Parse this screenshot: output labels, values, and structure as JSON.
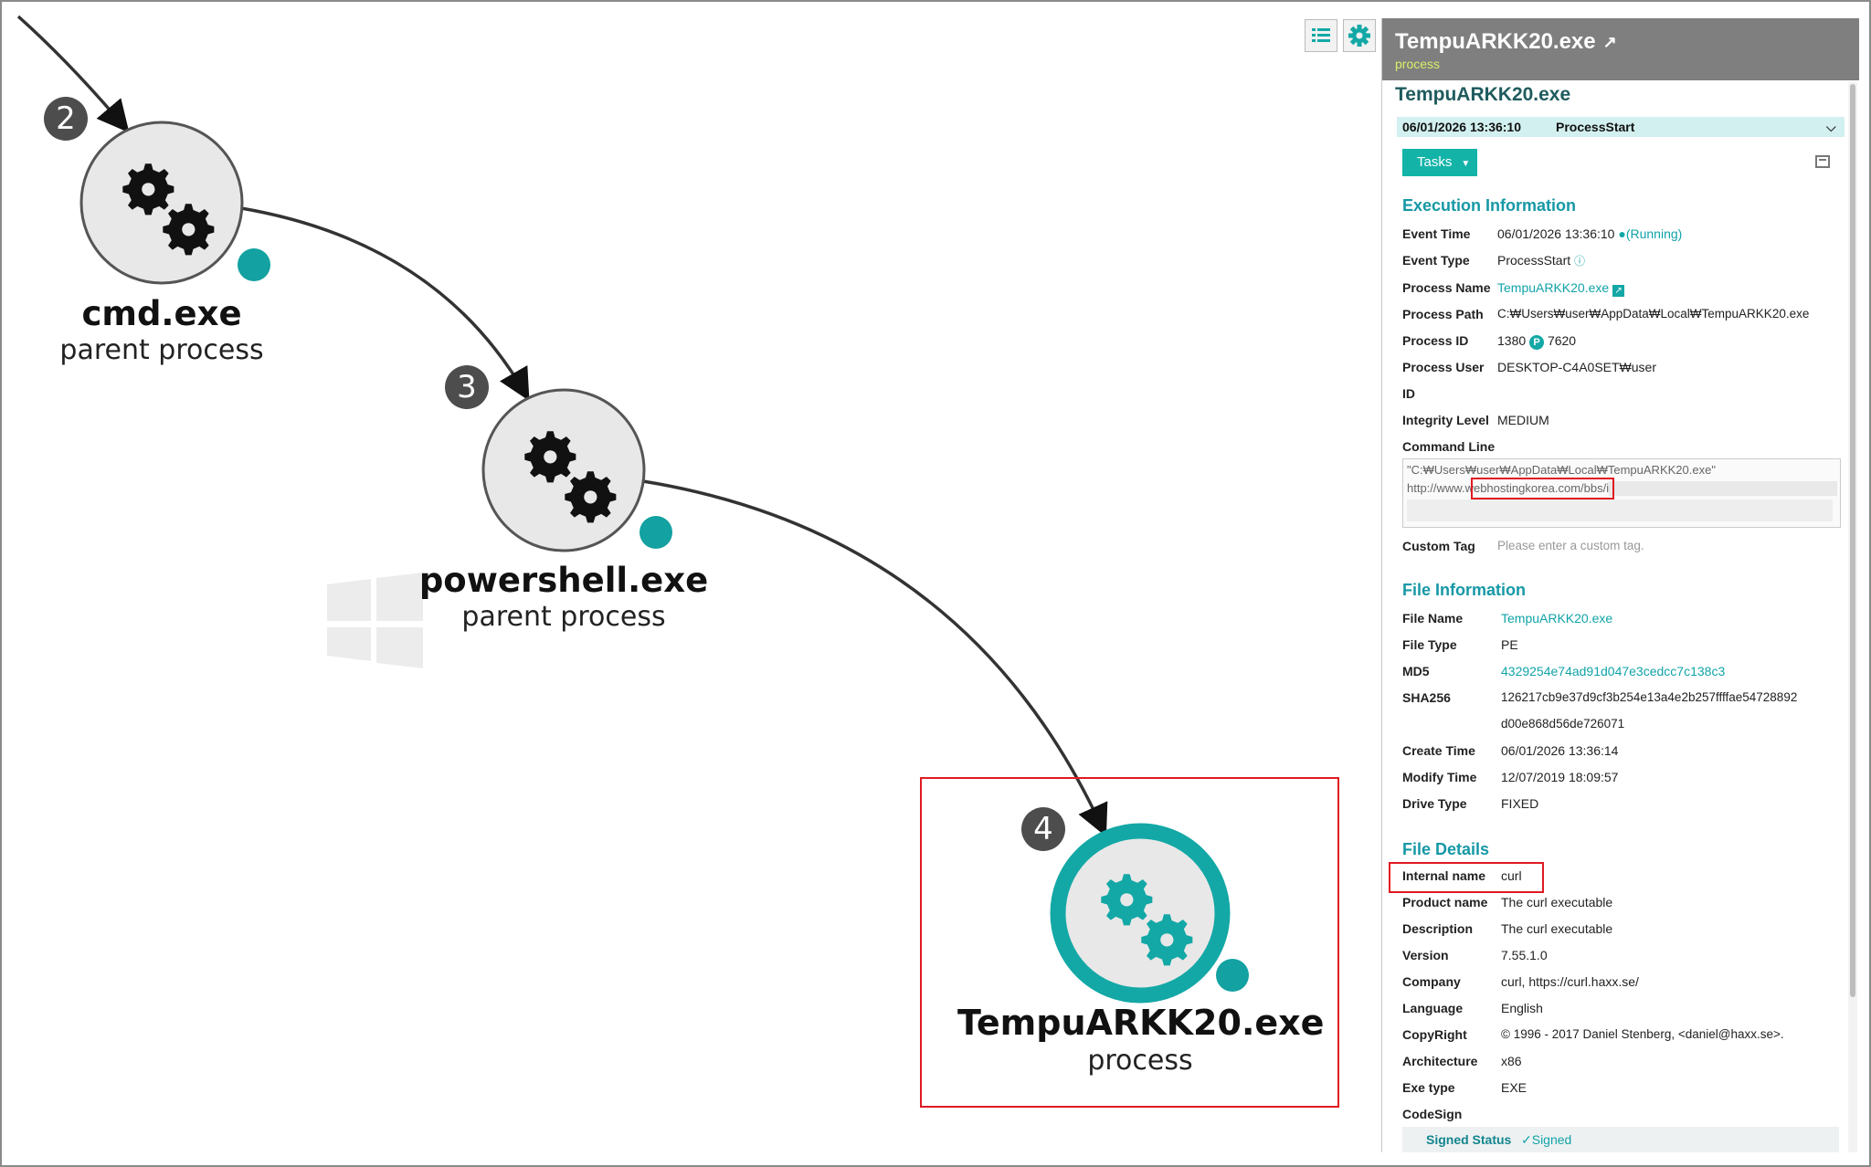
{
  "nodes": [
    {
      "step": "2",
      "name": "cmd.exe",
      "role": "parent process"
    },
    {
      "step": "3",
      "name": "powershell.exe",
      "role": "parent process"
    },
    {
      "step": "4",
      "name": "TempuARKK20.exe",
      "role": "process"
    }
  ],
  "toolbar": {
    "list_icon": "list-icon",
    "settings_icon": "gear-icon"
  },
  "panel": {
    "title": "TempuARKK20.exe",
    "subtitle": "process",
    "name": "TempuARKK20.exe",
    "event": {
      "time": "06/01/2026 13:36:10",
      "type": "ProcessStart"
    },
    "tasks_label": "Tasks",
    "execution": {
      "heading": "Execution Information",
      "event_time_label": "Event Time",
      "event_time": "06/01/2026 13:36:10",
      "running": "(Running)",
      "event_type_label": "Event Type",
      "event_type": "ProcessStart",
      "process_name_label": "Process Name",
      "process_name": "TempuARKK20.exe",
      "process_path_label": "Process Path",
      "process_path": "C:₩Users₩user₩AppData₩Local₩TempuARKK20.exe",
      "process_id_label": "Process ID",
      "process_id": "1380",
      "parent_badge": "P",
      "parent_id": "7620",
      "process_user_label": "Process User",
      "process_user": "DESKTOP-C4A0SET₩user",
      "id_label": "ID",
      "integrity_label": "Integrity Level",
      "integrity": "MEDIUM",
      "cmd_label": "Command Line",
      "cmd_line1": "\"C:₩Users₩user₩AppData₩Local₩TempuARKK20.exe\"",
      "cmd_line2": "http://www.webhostingkorea.com/bbs/icon/",
      "custom_tag_label": "Custom Tag",
      "custom_tag_placeholder": "Please enter a custom tag."
    },
    "file_info": {
      "heading": "File Information",
      "rows": [
        {
          "label": "File Name",
          "value": "TempuARKK20.exe"
        },
        {
          "label": "File Type",
          "value": "PE"
        },
        {
          "label": "MD5",
          "value": "4329254e74ad91d047e3cedcc7c138c3"
        },
        {
          "label": "SHA256",
          "value": "126217cb9e37d9cf3b254e13a4e2b257ffffae54728892"
        },
        {
          "label": "",
          "value": "d00e868d56de726071"
        },
        {
          "label": "Create Time",
          "value": "06/01/2026 13:36:14"
        },
        {
          "label": "Modify Time",
          "value": "12/07/2019 18:09:57"
        },
        {
          "label": "Drive Type",
          "value": "FIXED"
        }
      ]
    },
    "file_details": {
      "heading": "File Details",
      "rows": [
        {
          "label": "Internal name",
          "value": "curl"
        },
        {
          "label": "Product name",
          "value": "The curl executable"
        },
        {
          "label": "Description",
          "value": "The curl executable"
        },
        {
          "label": "Version",
          "value": "7.55.1.0"
        },
        {
          "label": "Company",
          "value": "curl, https://curl.haxx.se/"
        },
        {
          "label": "Language",
          "value": "English"
        },
        {
          "label": "CopyRight",
          "value": "© 1996 - 2017 Daniel Stenberg, <daniel@haxx.se>."
        },
        {
          "label": "Architecture",
          "value": "x86"
        },
        {
          "label": "Exe type",
          "value": "EXE"
        },
        {
          "label": "CodeSign",
          "value": ""
        }
      ],
      "signed_status_label": "Signed Status",
      "signed_status": "Signed"
    }
  },
  "colors": {
    "teal": "#13a8a6",
    "panel_header": "#7f7f7f",
    "highlight_red": "#e01a22"
  }
}
